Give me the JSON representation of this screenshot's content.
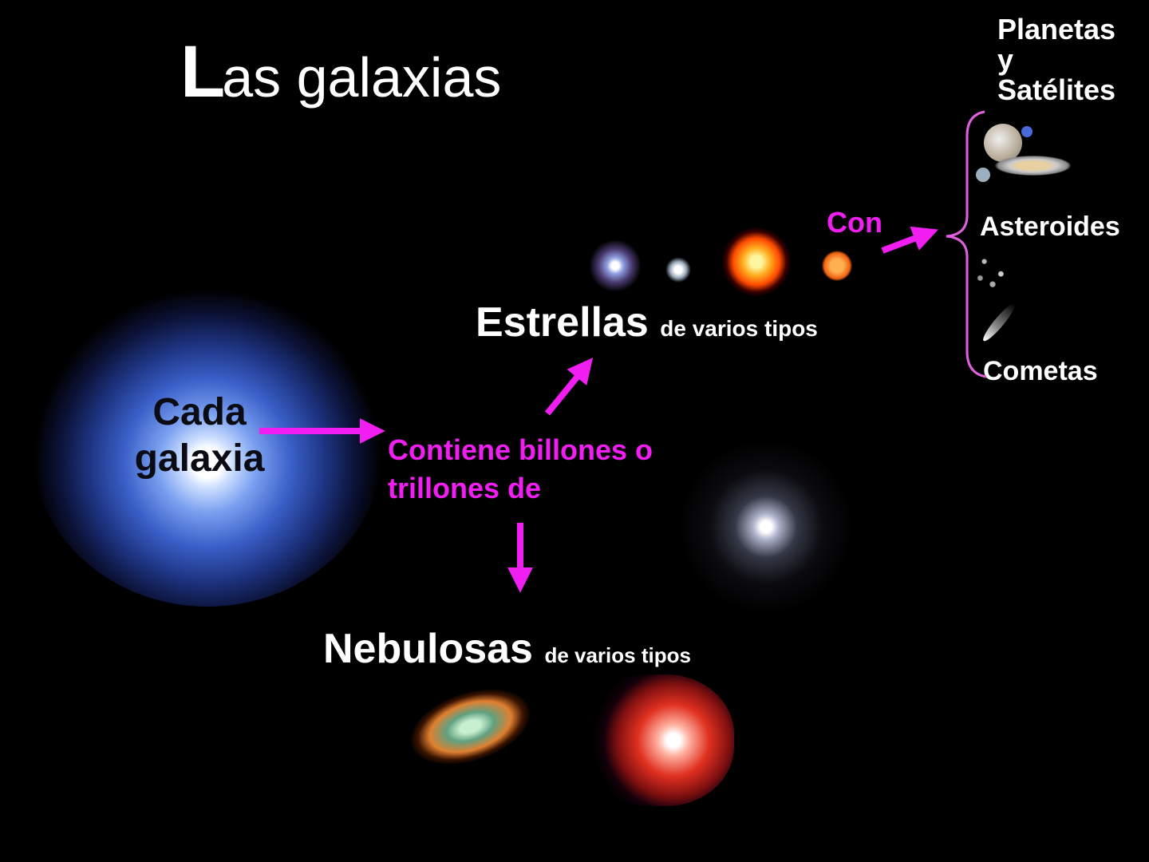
{
  "title": {
    "initial": "L",
    "rest": "as galaxias"
  },
  "galaxy_label": {
    "line1": "Cada",
    "line2": "galaxia"
  },
  "contains": {
    "line1": "Contiene billones o",
    "line2": "trillones de"
  },
  "stars": {
    "label": "Estrellas",
    "sub": "de varios tipos"
  },
  "nebulae": {
    "label": "Nebulosas",
    "sub": "de varios tipos"
  },
  "with_label": "Con",
  "bodies": {
    "planets": {
      "line1": "Planetas",
      "line2": "y",
      "line3": "Satélites"
    },
    "asteroids": "Asteroides",
    "comets": "Cometas"
  },
  "colors": {
    "accent": "#f01ef0",
    "background": "#000000",
    "galaxy": "#3a5fc8"
  }
}
